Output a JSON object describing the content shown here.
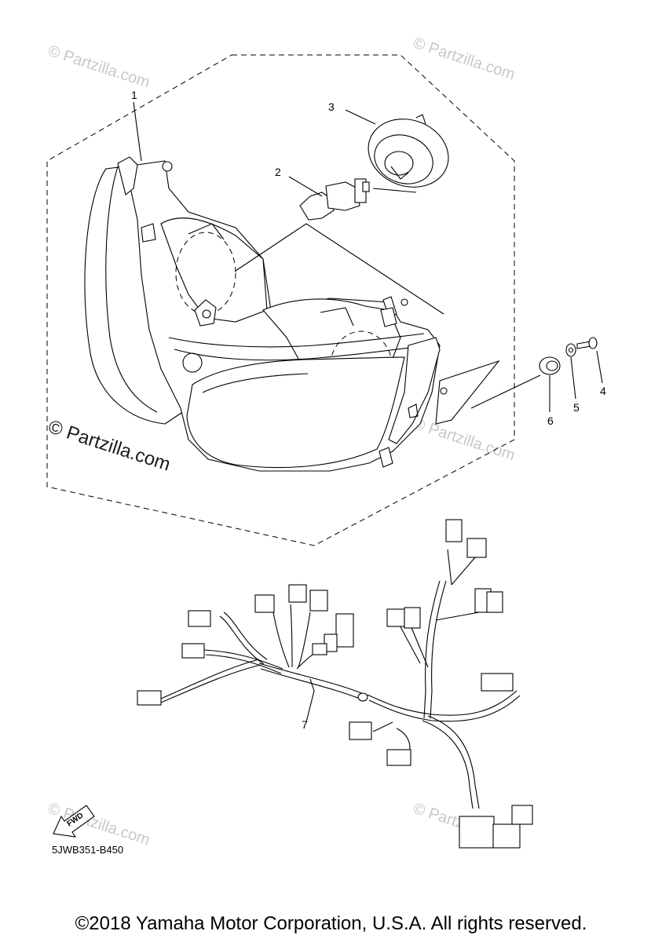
{
  "diagram": {
    "callouts": {
      "c1": "1",
      "c2": "2",
      "c3": "3",
      "c4": "4",
      "c5": "5",
      "c6": "6",
      "c7": "7"
    },
    "fwd_label": "FWD",
    "drawing_code": "5JWB351-B450",
    "watermark_text": "© Partzilla.com",
    "watermark_main": "© Partzilla.com"
  },
  "footer": {
    "copyright": "©2018 Yamaha Motor Corporation, U.S.A. All rights reserved."
  }
}
